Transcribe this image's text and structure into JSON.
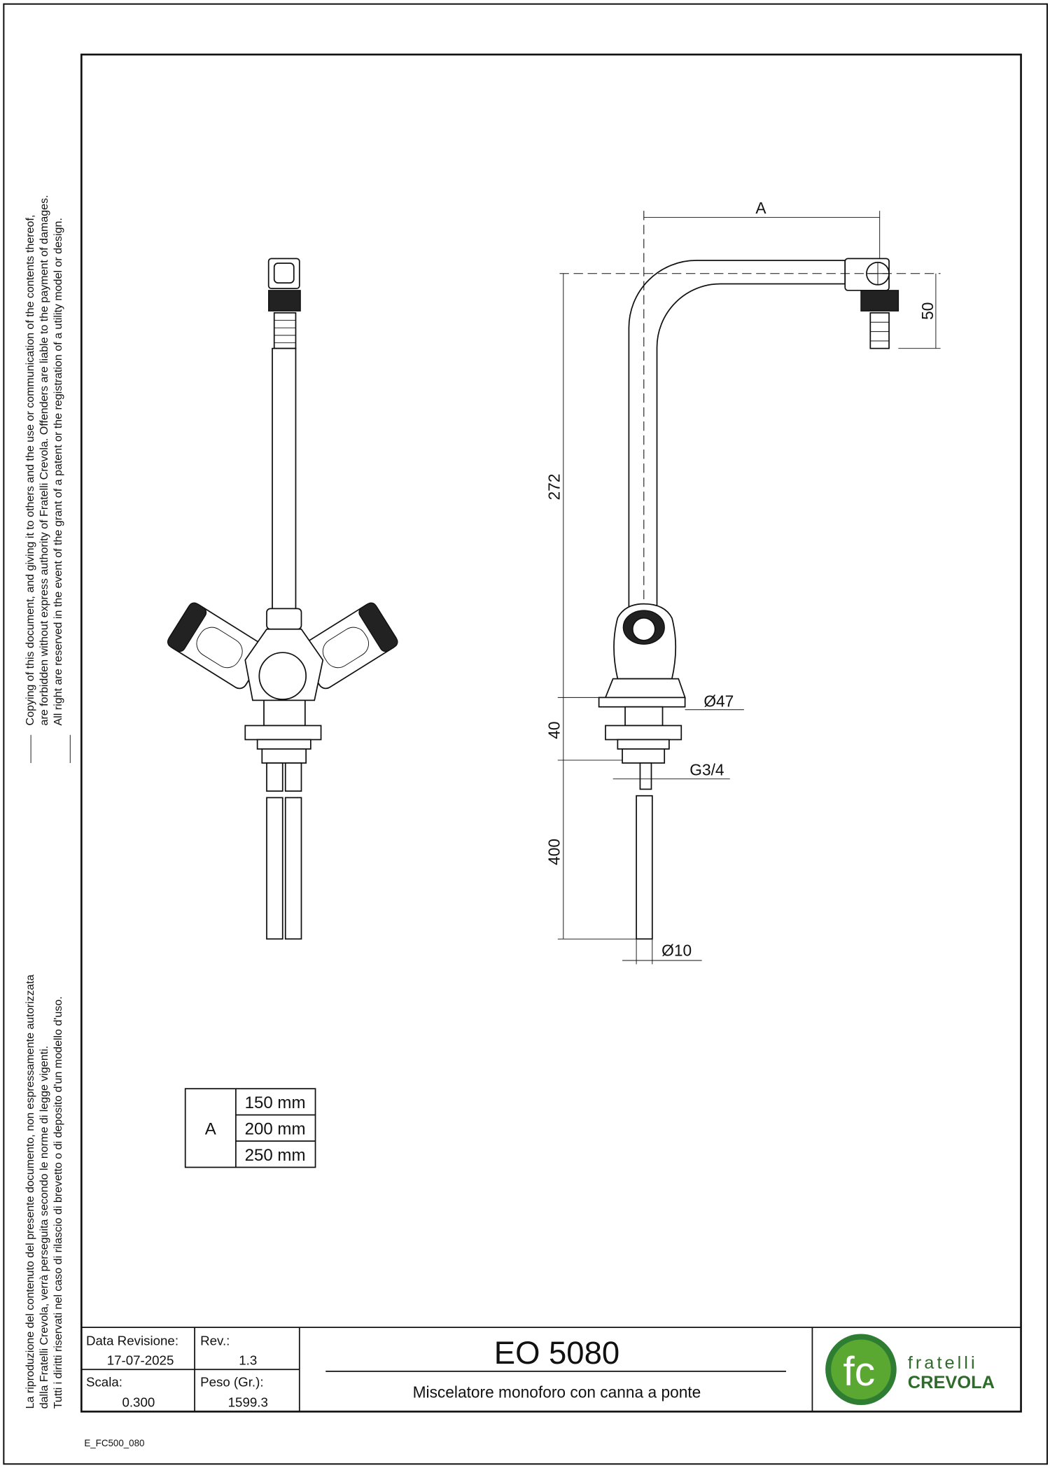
{
  "side_notice_en": [
    "Copying of this document, and giving it to others and the use or communication of the contents thereof,",
    "are forbidden without express authority of Fratelli Crevola. Offenders are liable to the payment of damages.",
    "All right are reserved in the event of the grant of a patent or the registration of a utility model or design."
  ],
  "side_notice_it": [
    "La riproduzione del contenuto del presente documento, non espressamente autorizzata",
    "dalla Fratelli Crevola, verrà perseguita secondo le norme di legge vigenti.",
    "Tutti i diritti riservati nel caso di rilascio di brevetto o di deposito d'un modello d'uso."
  ],
  "dimensions": {
    "a": "A",
    "d50": "50",
    "d272": "272",
    "d40": "40",
    "d400": "400",
    "d47": "Ø47",
    "g34": "G3/4",
    "d10": "Ø10"
  },
  "size_table": {
    "label": "A",
    "values": [
      "150 mm",
      "200 mm",
      "250 mm"
    ]
  },
  "title_block": {
    "revision_date_label": "Data Revisione:",
    "revision_date": "17-07-2025",
    "rev_label": "Rev.:",
    "rev": "1.3",
    "scale_label": "Scala:",
    "scale": "0.300",
    "weight_label": "Peso (Gr.):",
    "weight": "1599.3",
    "code": "EO 5080",
    "description": "Miscelatore monoforo con canna a ponte"
  },
  "logo": {
    "monogram": "fc",
    "line1": "fratelli",
    "line2": "CREVOLA",
    "green": "#5aa832",
    "dark_green": "#2e7d32"
  },
  "file_code": "E_FC500_080"
}
